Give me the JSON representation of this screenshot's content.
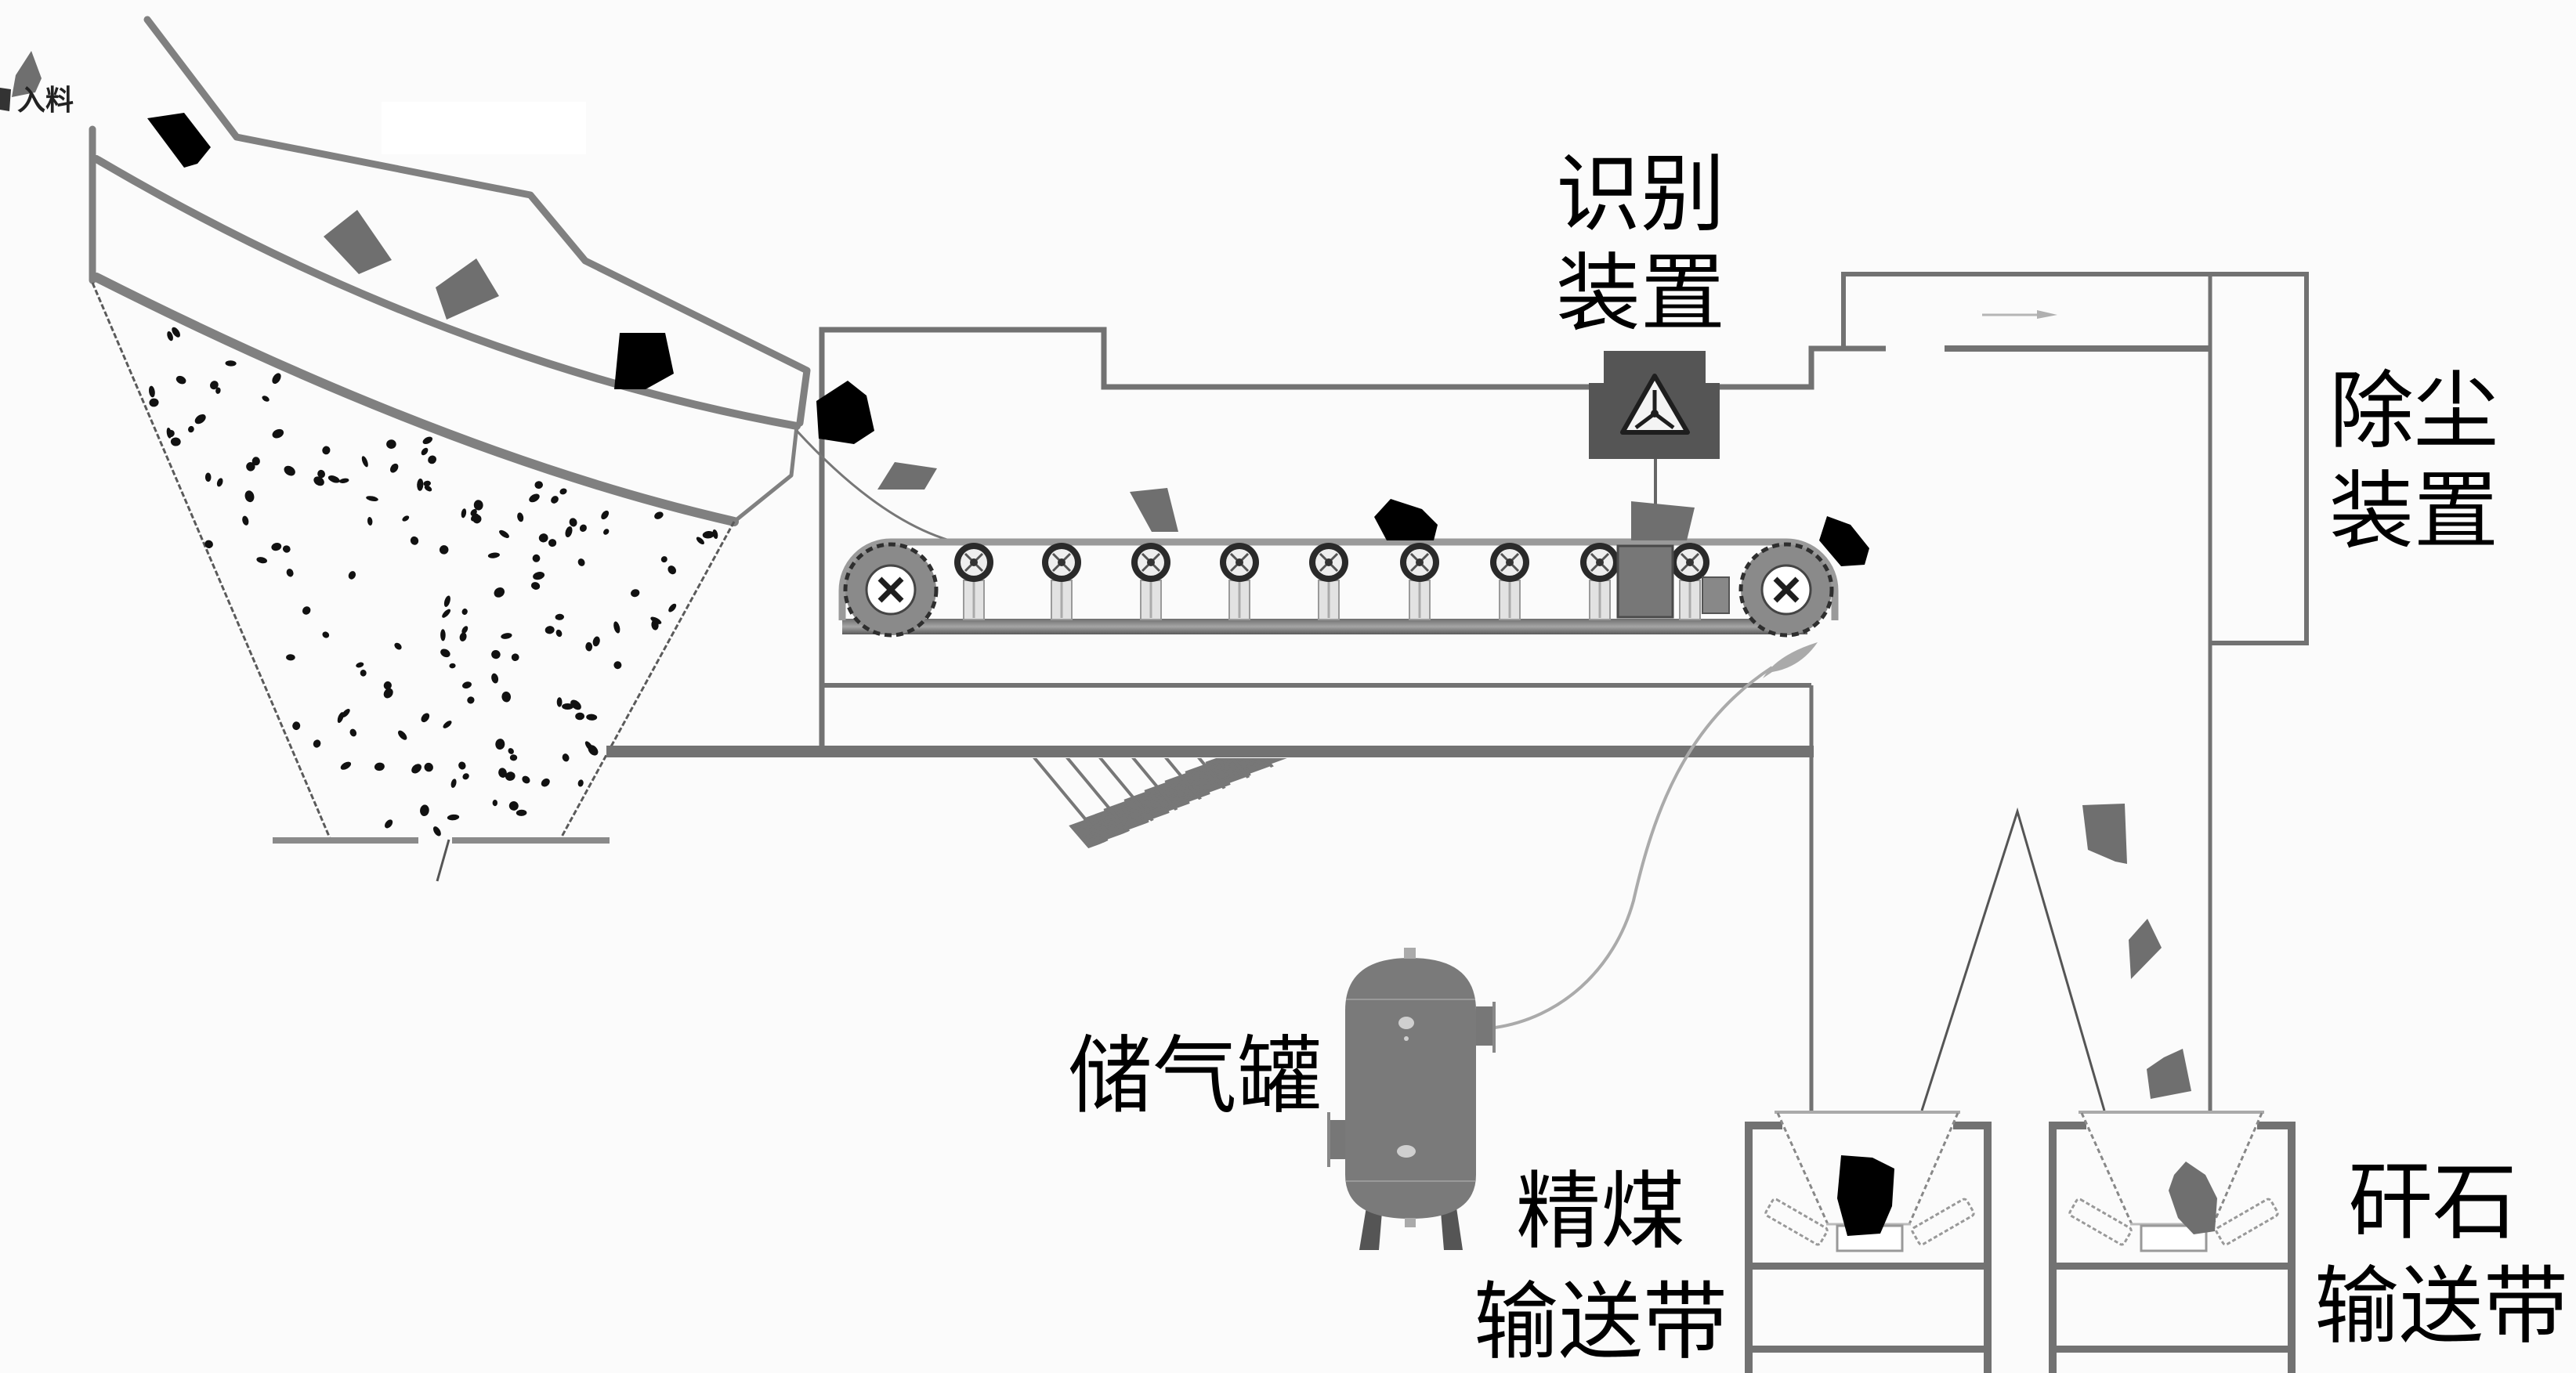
{
  "figure": {
    "title": "Coal and gangue dry separation system",
    "labels": {
      "feed": "入料",
      "recognition_device": {
        "lines": [
          "识别",
          "装置"
        ]
      },
      "dust_removal_device": {
        "lines": [
          "除尘",
          "装置"
        ]
      },
      "air_tank": "储气罐",
      "clean_coal_conveyor": {
        "lines": [
          "精煤",
          "输送带"
        ]
      },
      "gangue_conveyor": {
        "lines": [
          "矸石",
          "输送带"
        ]
      }
    },
    "icons": {
      "recognition_device": "radiation-warning-icon",
      "air_flow": "arrow-icon",
      "dust_flow": "arrow-icon"
    }
  },
  "colors": {
    "coal": "#000000",
    "gangue": "#6f6f6f",
    "frame": "#727272",
    "recognition_device": "#555555",
    "air_tank": "#7a7a7a",
    "air_line": "#aaaaaa"
  }
}
